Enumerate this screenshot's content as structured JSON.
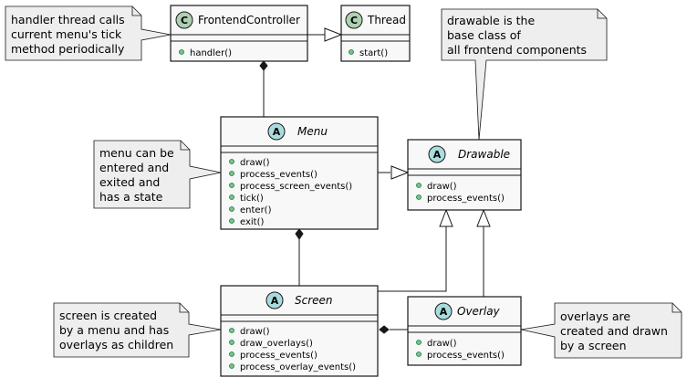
{
  "classes": {
    "frontend_controller": {
      "stereotype": "C",
      "name": "FrontendController",
      "methods": [
        "handler()"
      ]
    },
    "thread": {
      "stereotype": "C",
      "name": "Thread",
      "methods": [
        "start()"
      ]
    },
    "menu": {
      "stereotype": "A",
      "name": "Menu",
      "methods": [
        "draw()",
        "process_events()",
        "process_screen_events()",
        "tick()",
        "enter()",
        "exit()"
      ]
    },
    "drawable": {
      "stereotype": "A",
      "name": "Drawable",
      "methods": [
        "draw()",
        "process_events()"
      ]
    },
    "screen": {
      "stereotype": "A",
      "name": "Screen",
      "methods": [
        "draw()",
        "draw_overlays()",
        "process_events()",
        "process_overlay_events()"
      ]
    },
    "overlay": {
      "stereotype": "A",
      "name": "Overlay",
      "methods": [
        "draw()",
        "process_events()"
      ]
    }
  },
  "notes": {
    "handler_note": [
      "handler thread calls",
      "current menu's tick",
      "method periodically"
    ],
    "drawable_note": [
      "drawable is the",
      "base class of",
      "all frontend components"
    ],
    "menu_note": [
      "menu can be",
      "entered and",
      "exited and",
      "has a state"
    ],
    "screen_note": [
      "screen is created",
      "by a menu and has",
      "overlays as children"
    ],
    "overlay_note": [
      "overlays are",
      "created and drawn",
      "by a screen"
    ]
  },
  "colors": {
    "class_fill": "#f8f8f8",
    "note_fill": "#eeeeee",
    "border": "#181818",
    "stereotype_c": "#add1b2",
    "stereotype_a": "#a9dcdf",
    "method_dot": "#84be84"
  }
}
